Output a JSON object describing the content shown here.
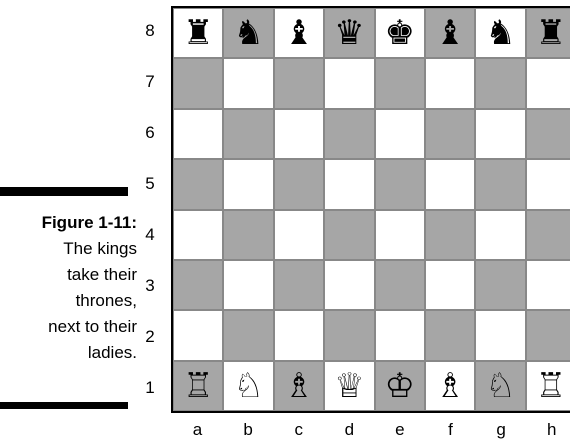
{
  "caption": {
    "figure": "Figure 1-11:",
    "lines": [
      "The kings",
      "take their",
      "thrones,",
      "next to their",
      "ladies."
    ]
  },
  "ranks": [
    "8",
    "7",
    "6",
    "5",
    "4",
    "3",
    "2",
    "1"
  ],
  "files": [
    "a",
    "b",
    "c",
    "d",
    "e",
    "f",
    "g",
    "h"
  ],
  "board": {
    "light_color": "#ffffff",
    "dark_color": "#a6a6a6",
    "rank8": [
      "♜",
      "♞",
      "♝",
      "♛",
      "♚",
      "♝",
      "♞",
      "♜"
    ],
    "rank1": [
      "♖",
      "♘",
      "♗",
      "♕",
      "♔",
      "♗",
      "♘",
      "♖"
    ],
    "rank8_names": [
      "black-rook-icon",
      "black-knight-icon",
      "black-bishop-icon",
      "black-queen-icon",
      "black-king-icon",
      "black-bishop-icon",
      "black-knight-icon",
      "black-rook-icon"
    ],
    "rank1_names": [
      "white-rook-icon",
      "white-knight-icon",
      "white-bishop-icon",
      "white-queen-icon",
      "white-king-icon",
      "white-bishop-icon",
      "white-knight-icon",
      "white-rook-icon"
    ]
  }
}
